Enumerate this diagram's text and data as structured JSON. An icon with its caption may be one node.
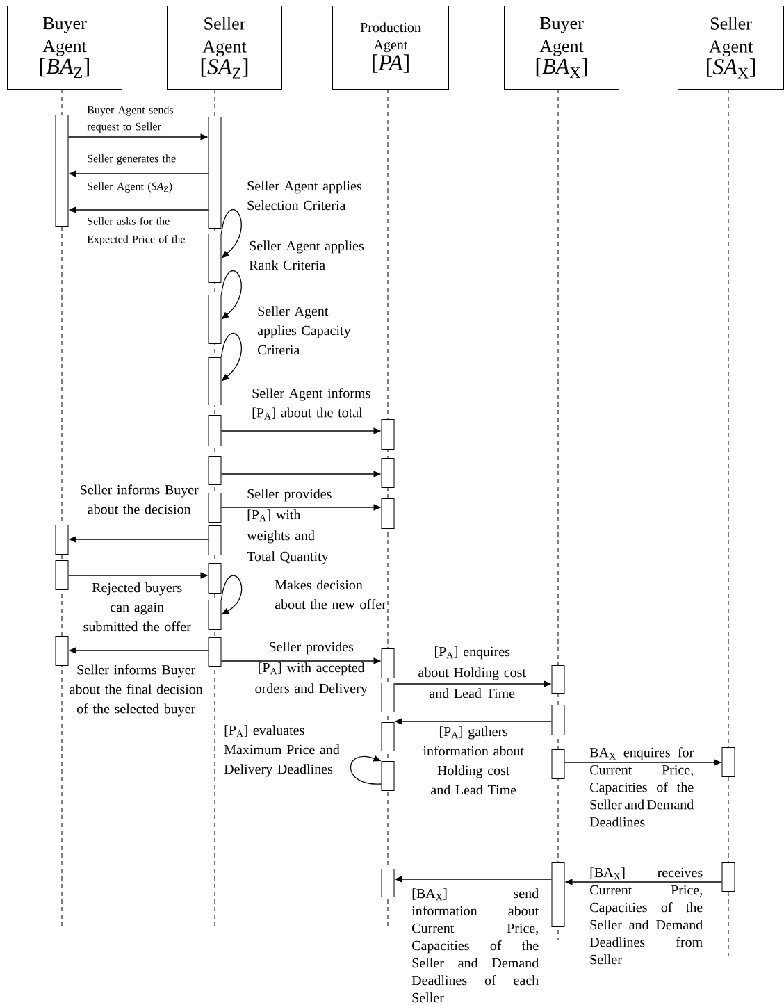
{
  "diagram": {
    "nodes": [
      {
        "text": [
          "Buyer Agent",
          "[*BA*$_{Z}$]"
        ]
      },
      {
        "text": [
          "Seller Agent",
          "[*SA*$_{Z}$]"
        ]
      },
      {
        "text": [
          "Production Agent",
          "[*PA*]"
        ]
      },
      {
        "text": [
          "Buyer Agent",
          "[*BA*$_{X}$]"
        ]
      },
      {
        "text": [
          "Seller Agent",
          "[*SA*$_{X}$]"
        ]
      },
      {
        "text": [],
        "shape": "bar"
      },
      {
        "text": [],
        "shape": "bar"
      },
      {
        "text": [],
        "shape": "bar"
      },
      {
        "text": [],
        "shape": "bar"
      },
      {
        "text": [],
        "shape": "bar"
      },
      {
        "text": [],
        "shape": "bar"
      },
      {
        "text": [],
        "shape": "bar"
      },
      {
        "text": [],
        "shape": "bar"
      },
      {
        "text": [],
        "shape": "bar"
      },
      {
        "text": [],
        "shape": "bar"
      },
      {
        "text": [],
        "shape": "bar"
      },
      {
        "text": [],
        "shape": "bar"
      },
      {
        "text": [],
        "shape": "bar"
      },
      {
        "text": [],
        "shape": "bar"
      },
      {
        "text": [],
        "shape": "bar"
      },
      {
        "text": [],
        "shape": "bar"
      },
      {
        "text": [],
        "shape": "bar"
      },
      {
        "text": [],
        "shape": "bar"
      },
      {
        "text": [],
        "shape": "bar"
      },
      {
        "text": [],
        "shape": "bar"
      },
      {
        "text": [],
        "shape": "bar"
      },
      {
        "text": [],
        "shape": "bar"
      },
      {
        "text": [],
        "shape": "bar"
      },
      {
        "text": [],
        "shape": "bar"
      },
      {
        "text": [],
        "shape": "bar"
      },
      {
        "text": [],
        "shape": "bar"
      },
      {
        "text": [],
        "shape": "bar"
      },
      {
        "text": [],
        "shape": "bar"
      },
      {
        "text": [],
        "shape": "bar"
      }
    ],
    "edges": [
      {
        "from": 5,
        "to": 6,
        "arrow": "to",
        "label": "Buyer Agent sends request to Seller"
      },
      {
        "from": 6,
        "to": 5,
        "arrow": "to",
        "label": "Seller generates the Seller Agent (*SA*$_{Z}$)"
      },
      {
        "from": 6,
        "to": 5,
        "arrow": "to",
        "label": "Seller asks for the Expected Price of the"
      },
      {
        "from": 7,
        "to": 7,
        "arrow": "to",
        "label": "Seller Agent applies Selection Criteria"
      },
      {
        "from": 8,
        "to": 8,
        "arrow": "to",
        "label": "Seller Agent applies Rank Criteria"
      },
      {
        "from": 9,
        "to": 9,
        "arrow": "to",
        "label": "Seller Agent applies Capacity Criteria"
      },
      {
        "from": 10,
        "to": 11,
        "arrow": "to",
        "label": "Seller Agent informs [P$_{A}$] about the total"
      },
      {
        "from": 12,
        "to": 13,
        "arrow": "to"
      },
      {
        "from": 14,
        "to": 15,
        "arrow": "to",
        "label": "Seller provides [P$_{A}$] with weights and Total Quantity"
      },
      {
        "from": 17,
        "to": 16,
        "arrow": "to",
        "label": "Seller informs Buyer about the decision"
      },
      {
        "from": 18,
        "to": 19,
        "arrow": "to",
        "label": "Rejected buyers can again submitted the offer"
      },
      {
        "from": 20,
        "to": 20,
        "arrow": "to",
        "label": "Makes decision about the new offer"
      },
      {
        "from": 22,
        "to": 21,
        "arrow": "to",
        "label": "Seller informs Buyer about the final decision of the selected buyer"
      },
      {
        "from": 22,
        "to": 23,
        "arrow": "to",
        "label": "Seller provides [P$_{A}$] with accepted orders and Delivery"
      },
      {
        "from": 24,
        "to": 25,
        "arrow": "to",
        "label": "[P$_{A}$] enquires about Holding cost and Lead Time"
      },
      {
        "from": 26,
        "to": 27,
        "arrow": "to",
        "label": "[P$_{A}$] gathers information about Holding cost and Lead Time"
      },
      {
        "from": 28,
        "to": 28,
        "arrow": "to",
        "label": "[P$_{A}$] evaluates Maximum Price and Delivery Deadlines"
      },
      {
        "from": 29,
        "to": 30,
        "arrow": "to",
        "label": "BA$_{X}$ enquires for Current Price, Capacities of the Seller and Demand Deadlines"
      },
      {
        "from": 32,
        "to": 31,
        "arrow": "to",
        "label": "[BA$_{X}$] receives Current Price, Capacities of the Seller and Demand Deadlines from Seller"
      },
      {
        "from": 31,
        "to": 33,
        "arrow": "to",
        "label": "[BA$_{X}$] send information about Current Price, Capacities of the Seller and Demand Deadlines of each Seller"
      }
    ]
  }
}
